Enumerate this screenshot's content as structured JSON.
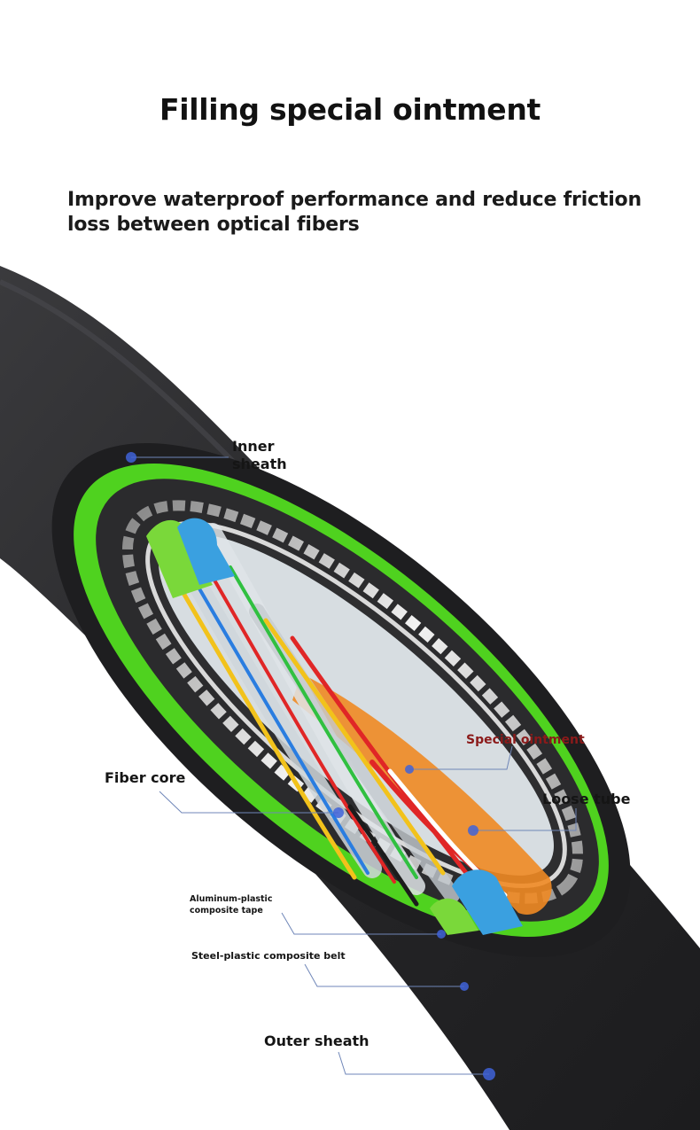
{
  "header": {
    "title": "Filling special ointment",
    "subtitle": "Improve waterproof performance and reduce friction loss between optical fibers"
  },
  "labels": {
    "inner_sheath": "Inner sheath",
    "fiber_core": "Fiber core",
    "special_ointment": "Special ointment",
    "loose_tube": "Loose tube",
    "aluminum_tape": "Aluminum-plastic composite tape",
    "steel_belt": "Steel-plastic composite belt",
    "outer_sheath": "Outer sheath"
  },
  "colors": {
    "outer_sheath": "#2a2a2c",
    "inner_green": "#4fd21f",
    "ointment": "#f08a24",
    "loose_tube_blue": "#3aa0e0",
    "loose_tube_green": "#7ad83a",
    "label_ointment": "#8b1a1a",
    "pointer_dot": "#3f63d8"
  }
}
